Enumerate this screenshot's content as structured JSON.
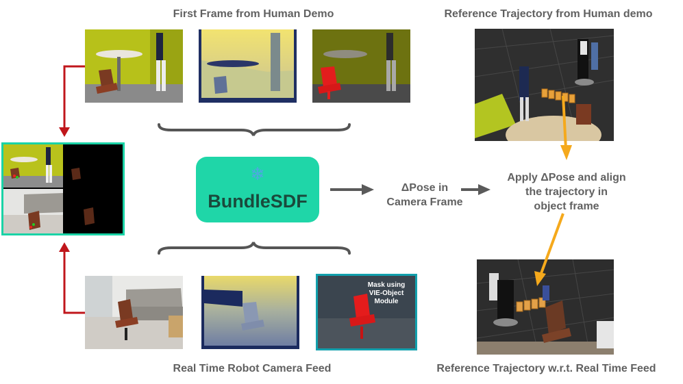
{
  "captions": {
    "first_frame": "First Frame from Human Demo",
    "reference_trajectory": "Reference Trajectory from Human demo",
    "real_time_feed": "Real Time Robot Camera Feed",
    "reference_wrt_feed": "Reference Trajectory w.r.t. Real Time Feed"
  },
  "bundle": {
    "label": "BundleSDF",
    "icon": "snowflake-icon",
    "icon_glyph": "❄"
  },
  "delta_pose": {
    "line1": "ΔPose in",
    "line2": "Camera Frame"
  },
  "apply": {
    "line1": "Apply ΔPose and align",
    "line2": "the trajectory in",
    "line3": "object frame"
  },
  "mask_label": "Mask using VIE-Object Module",
  "colors": {
    "accent_teal": "#1fd6a8",
    "frame_border": "#19d3a6",
    "mask_border": "#12a0ad",
    "red_arrow": "#c0161b",
    "orange_arrow": "#f5a91c",
    "gray_arrow": "#5a5a5a"
  }
}
